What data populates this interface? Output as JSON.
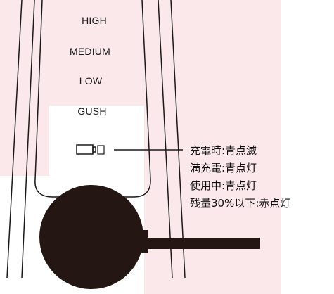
{
  "modes": [
    "HIGH",
    "MEDIUM",
    "LOW",
    "GUSH"
  ],
  "status_lines": [
    "充電時:青点滅",
    "満充電:青点灯",
    "使用中:青点灯",
    "残量30%以下:赤点灯"
  ],
  "icons": [
    "battery-icon"
  ],
  "colors": {
    "background_accent": "#fbe8ea",
    "device_body": "#241612",
    "line": "#1a1a1a"
  }
}
